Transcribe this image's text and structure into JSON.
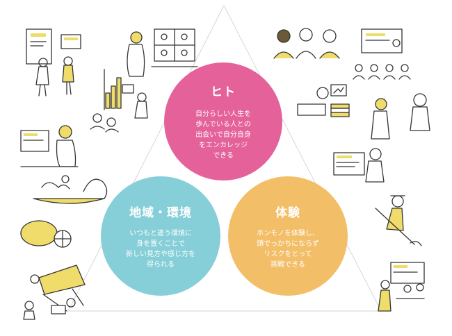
{
  "circles": {
    "hito": {
      "title": "ヒト",
      "lines": [
        "自分らしい人生を",
        "歩んでいる人との",
        "出会いで自分自身",
        "をエンカレッジ",
        "できる"
      ],
      "color": "#e4619a"
    },
    "chiiki": {
      "title": "地域・環境",
      "lines": [
        "いつもと違う環境に",
        "身を置くことで",
        "新しい見方や感じ方を",
        "得られる"
      ],
      "color": "#86cfd8"
    },
    "taiken": {
      "title": "体験",
      "lines": [
        "ホンモノを体験し、",
        "頭でっかちにならず",
        "リスクをとって",
        "挑戦できる"
      ],
      "color": "#f3be68"
    }
  },
  "palette": {
    "accent_yellow": "#f0dc6a",
    "line": "#333333"
  }
}
